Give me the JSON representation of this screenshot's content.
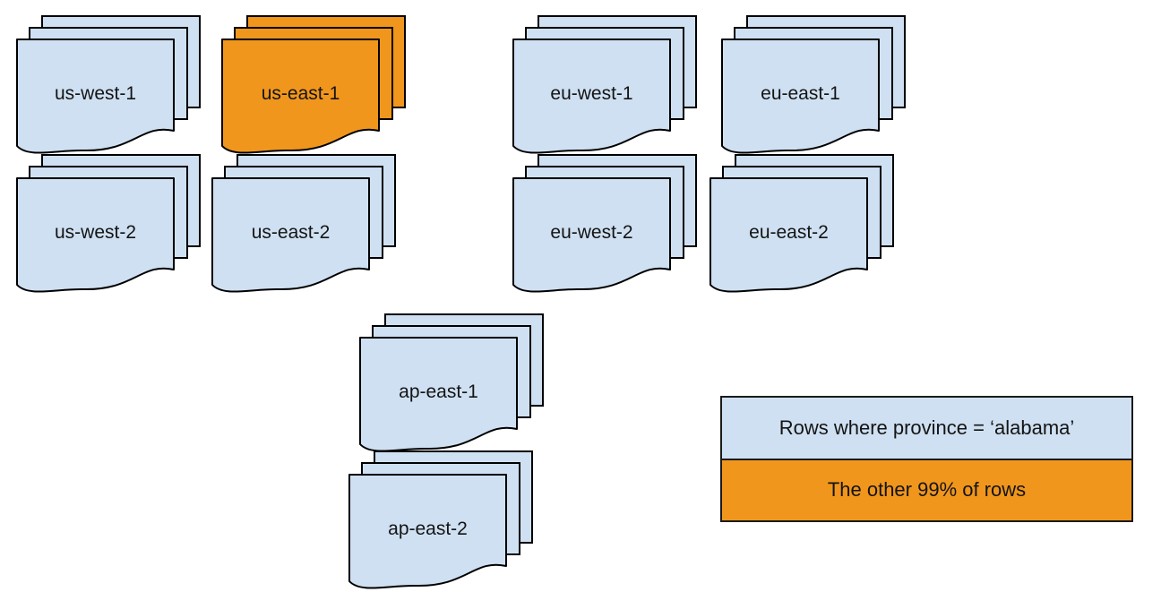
{
  "diagram": {
    "type": "region-document-stacks",
    "colors": {
      "normal": "#CFE0F2",
      "highlight": "#F0961D",
      "stroke": "#000000"
    },
    "stacks": [
      {
        "label": "us-west-1",
        "highlighted": false
      },
      {
        "label": "us-east-1",
        "highlighted": true
      },
      {
        "label": "eu-west-1",
        "highlighted": false
      },
      {
        "label": "eu-east-1",
        "highlighted": false
      },
      {
        "label": "us-west-2",
        "highlighted": false
      },
      {
        "label": "us-east-2",
        "highlighted": false
      },
      {
        "label": "eu-west-2",
        "highlighted": false
      },
      {
        "label": "eu-east-2",
        "highlighted": false
      },
      {
        "label": "ap-east-1",
        "highlighted": false
      },
      {
        "label": "ap-east-2",
        "highlighted": false
      }
    ],
    "legend": {
      "items": [
        {
          "label": "Rows where province = ‘alabama’",
          "color": "#CFE0F2"
        },
        {
          "label": "The other 99% of rows",
          "color": "#F0961D"
        }
      ]
    }
  }
}
